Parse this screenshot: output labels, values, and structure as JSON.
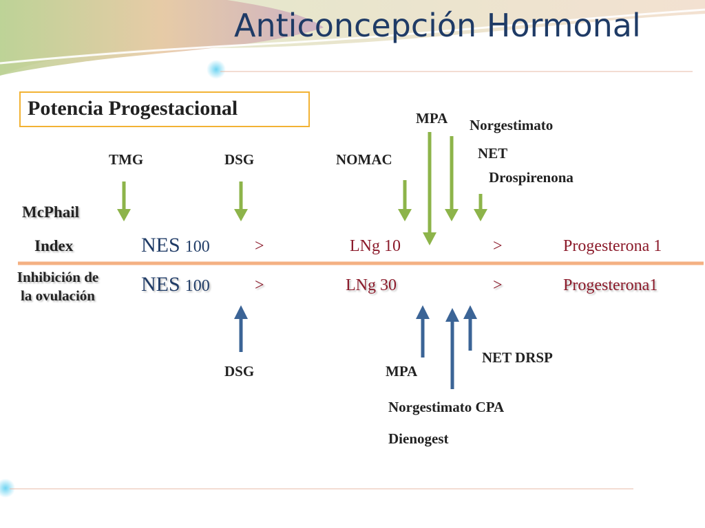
{
  "title": "Anticoncepción Hormonal",
  "box_label": "Potencia Progestacional",
  "top_labels": {
    "mpa": "MPA",
    "norgestimato": "Norgestimato",
    "tmg": "TMG",
    "dsg": "DSG",
    "nomac": "NOMAC",
    "net": "NET",
    "drospirenona": "Drospirenona"
  },
  "side_labels": {
    "mcphail": "McPhail",
    "index": "Index",
    "inhibicion": "Inhibición de la ovulación"
  },
  "row_index": {
    "nes": "NES",
    "nes_value": "100",
    "gt1": ">",
    "lng": "LNg 10",
    "gt2": ">",
    "prog": "Progesterona 1"
  },
  "row_inhibicion": {
    "nes": "NES",
    "nes_value": "100",
    "gt1": ">",
    "lng": "LNg 30",
    "gt2": ">",
    "prog": "Progesterona1"
  },
  "bottom_labels": {
    "dsg": "DSG",
    "mpa": "MPA",
    "net_drsp": "NET DRSP",
    "norgestimato_cpa": "Norgestimato CPA",
    "dienogest": "Dienogest"
  },
  "colors": {
    "title": "#1f3b66",
    "green_arrow": "#8db44a",
    "blue_arrow": "#3b6496",
    "divider": "#f4b183",
    "box_border": "#f2b233",
    "accent_red": "#8b1a2a"
  }
}
